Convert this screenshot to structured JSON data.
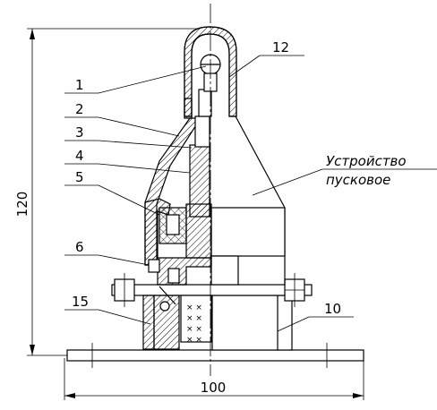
{
  "labels": {
    "l1": "1",
    "l2": "2",
    "l3": "3",
    "l4": "4",
    "l5": "5",
    "l6": "6",
    "l10": "10",
    "l12": "12",
    "l15": "15"
  },
  "device_name": {
    "line1": "Устройство",
    "line2": "пусковое"
  },
  "dimensions": {
    "height": "120",
    "width": "100"
  }
}
